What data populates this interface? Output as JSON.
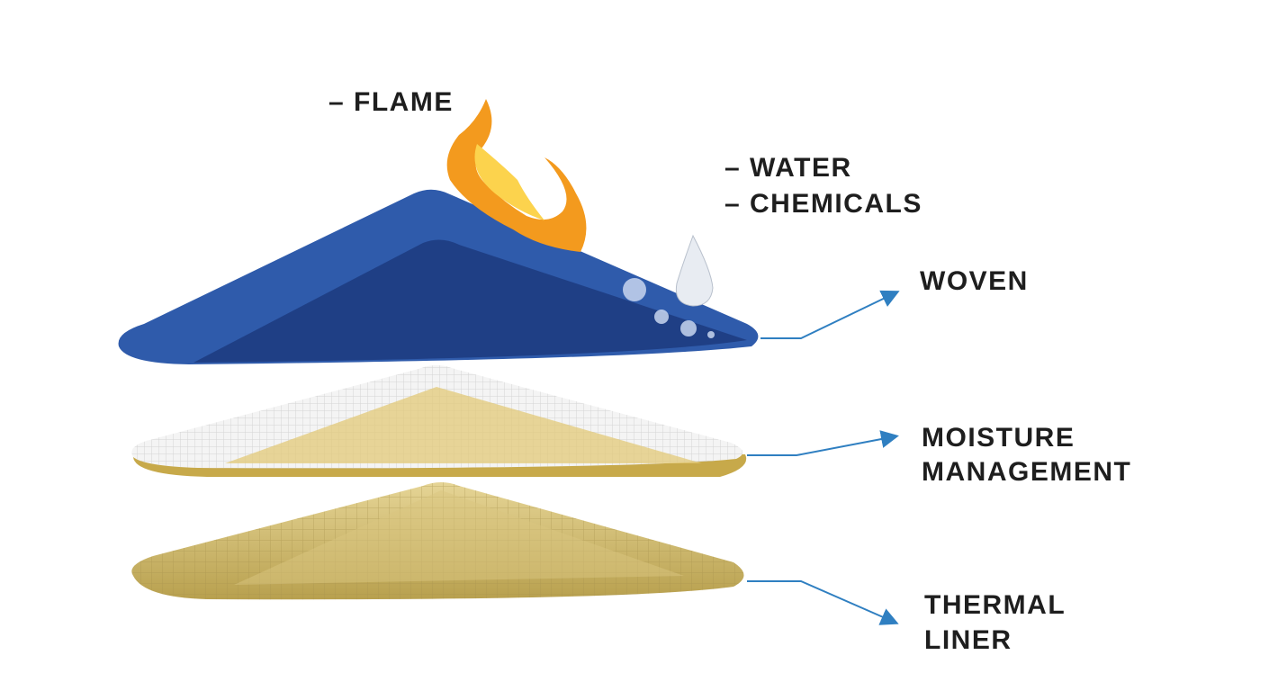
{
  "threats": {
    "flame": "– FLAME",
    "water": "– WATER",
    "chemicals": "– CHEMICALS"
  },
  "layers": {
    "woven": "WOVEN",
    "moisture_line1": "MOISTURE",
    "moisture_line2": "MANAGEMENT",
    "thermal_line1": "THERMAL",
    "thermal_line2": "LINER"
  },
  "colors": {
    "arrow": "#2f7fc1",
    "woven": "#2a4f9e",
    "moisture": "#f2f2f2",
    "thermal": "#cdb97a",
    "flame": "#f39a1e"
  }
}
